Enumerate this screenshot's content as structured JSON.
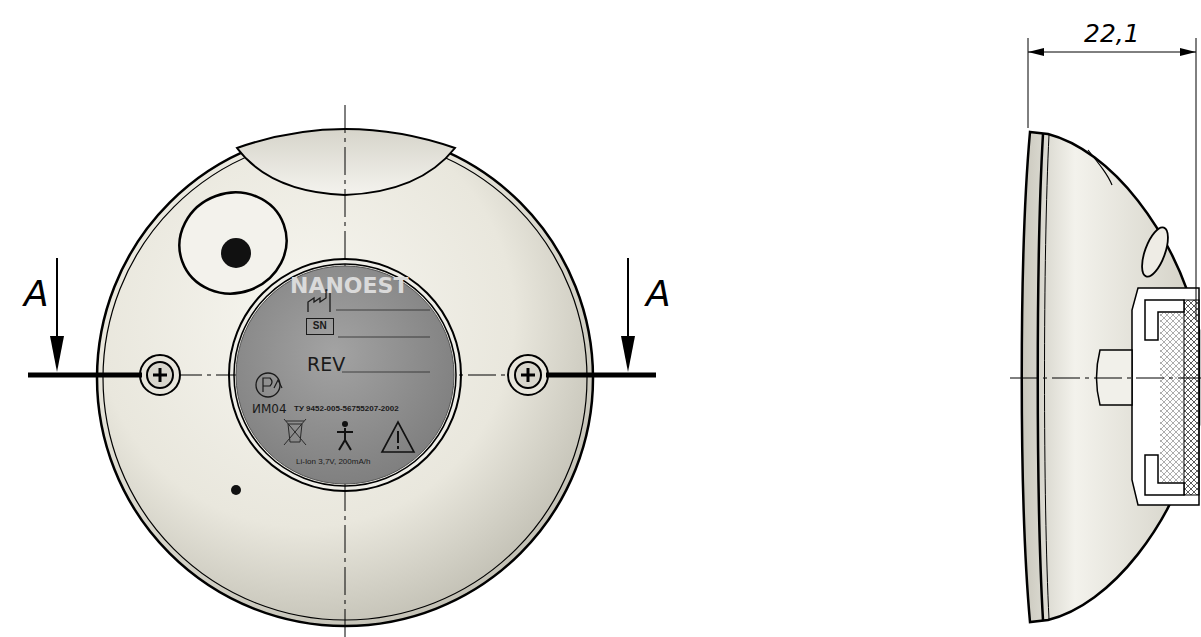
{
  "diagram": {
    "nodes": [
      {
        "text": [
          "NANOEST",
          "REV",
          "ИМ04",
          "ТУ 9452-005-56755207-2002",
          "Li-Ion 3,7V, 200mA/h"
        ]
      },
      {
        "text": [
          "SN"
        ],
        "in": 0
      }
    ],
    "labels": [
      "A",
      "A",
      "22,1"
    ]
  }
}
